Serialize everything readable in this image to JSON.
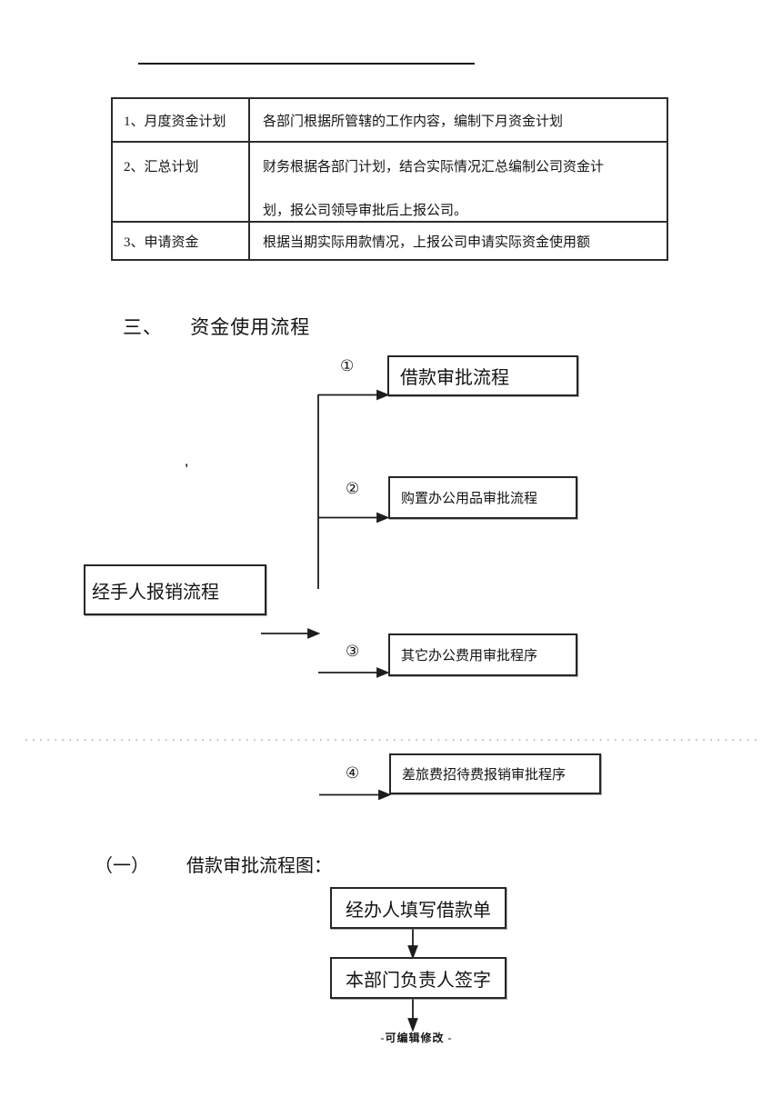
{
  "document": {
    "plan_table": {
      "rows": [
        {
          "label": "1、月度资金计划",
          "lines": [
            "各部门根据所管辖的工作内容，编制下月资金计划"
          ]
        },
        {
          "label": "2、汇总计划",
          "lines": [
            "财务根据各部门计划，结合实际情况汇总编制公司资金计",
            "划，报公司领导审批后上报公司。"
          ]
        },
        {
          "label": "3、申请资金",
          "lines": [
            "根据当期实际用款情况，上报公司申请实际资金使用额"
          ]
        }
      ]
    },
    "section_heading": {
      "number": "三、",
      "title": "资金使用流程"
    },
    "usage_flowchart": {
      "source_label": "经手人报销流程",
      "stray_mark": "'",
      "branches": [
        {
          "number": "①",
          "label": "借款审批流程"
        },
        {
          "number": "②",
          "label": "购置办公用品审批流程"
        },
        {
          "number": "③",
          "label": "其它办公费用审批程序"
        },
        {
          "number": "④",
          "label": "差旅费招待费报销审批程序"
        }
      ]
    },
    "subsection_heading": {
      "number": "（一）",
      "title": "借款审批流程图："
    },
    "loan_flowchart": {
      "steps": [
        "经办人填写借款单",
        "本部门负责人签字"
      ]
    },
    "footer": "-可编辑修改 -"
  }
}
